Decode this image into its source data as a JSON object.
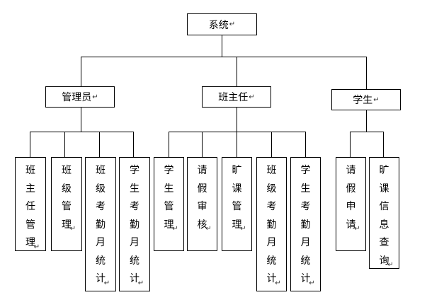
{
  "root": {
    "label": "系统"
  },
  "branches": [
    {
      "id": "admin",
      "label": "管理员",
      "children": [
        {
          "id": "class-teacher-mgmt",
          "label": "班主任管理"
        },
        {
          "id": "class-mgmt",
          "label": "班级管理"
        },
        {
          "id": "class-attendance-stats",
          "label": "班级考勤月统计"
        },
        {
          "id": "student-attendance-stats",
          "label": "学生考勤月统计"
        }
      ]
    },
    {
      "id": "head-teacher",
      "label": "班主任",
      "children": [
        {
          "id": "student-mgmt",
          "label": "学生管理"
        },
        {
          "id": "leave-review",
          "label": "请假审核"
        },
        {
          "id": "absence-mgmt",
          "label": "旷课管理"
        },
        {
          "id": "ht-class-attendance-stats",
          "label": "班级考勤月统计"
        },
        {
          "id": "ht-student-attendance-stats",
          "label": "学生考勤月统计"
        }
      ]
    },
    {
      "id": "student",
      "label": "学生",
      "children": [
        {
          "id": "leave-apply",
          "label": "请假申请"
        },
        {
          "id": "absence-query",
          "label": "旷课信息查询"
        }
      ]
    }
  ],
  "paragraph_mark": "↵"
}
